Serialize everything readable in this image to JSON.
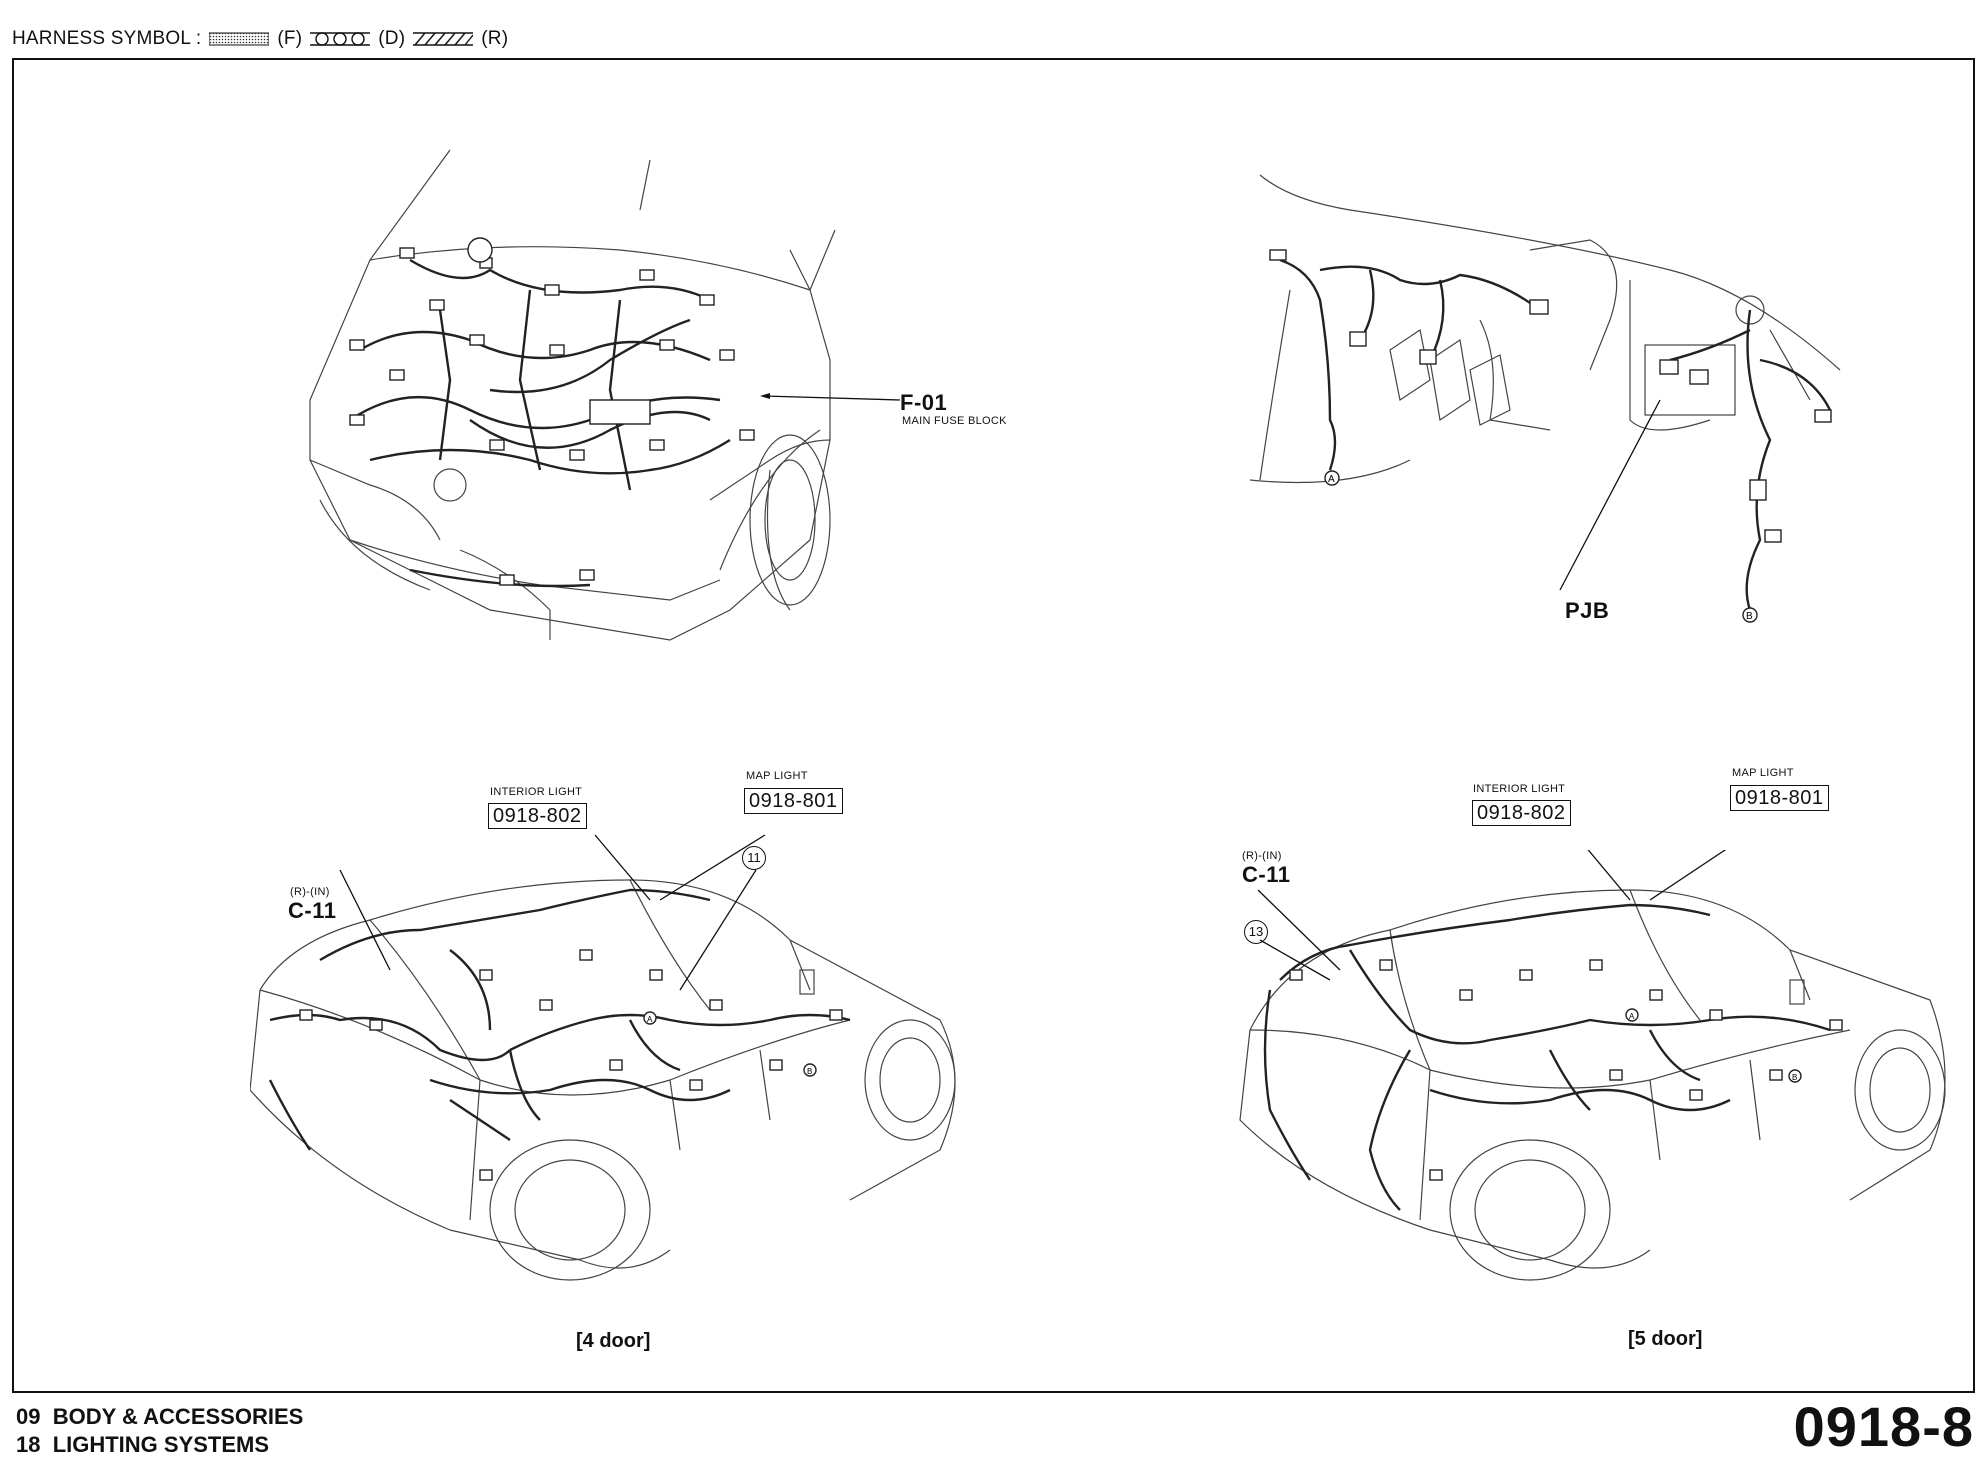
{
  "header": {
    "legend_label": "HARNESS SYMBOL :",
    "symbols": [
      {
        "code": "(F)",
        "style": "dotted"
      },
      {
        "code": "(D)",
        "style": "circles"
      },
      {
        "code": "(R)",
        "style": "hatched"
      }
    ]
  },
  "views": {
    "engine": {
      "callouts": [
        {
          "code": "F-01",
          "name": "MAIN FUSE BLOCK"
        }
      ]
    },
    "dash": {
      "callouts": [
        {
          "code": "PJB"
        }
      ],
      "markers": [
        "A",
        "B"
      ]
    },
    "four_door": {
      "caption": "[4 door]",
      "interior_light": {
        "label": "INTERIOR LIGHT",
        "ref": "0918-802"
      },
      "map_light": {
        "label": "MAP LIGHT",
        "ref": "0918-801"
      },
      "connector": {
        "prefix": "(R)-(IN)",
        "code": "C-11"
      },
      "circle_number": "11",
      "markers": [
        "A",
        "B"
      ]
    },
    "five_door": {
      "caption": "[5 door]",
      "interior_light": {
        "label": "INTERIOR LIGHT",
        "ref": "0918-802"
      },
      "map_light": {
        "label": "MAP LIGHT",
        "ref": "0918-801"
      },
      "connector": {
        "prefix": "(R)-(IN)",
        "code": "C-11"
      },
      "circle_number": "13",
      "markers": [
        "A",
        "B"
      ]
    }
  },
  "footer": {
    "section_line1": "09  BODY & ACCESSORIES",
    "section_line2": "18  LIGHTING SYSTEMS",
    "page_number": "0918-8"
  }
}
